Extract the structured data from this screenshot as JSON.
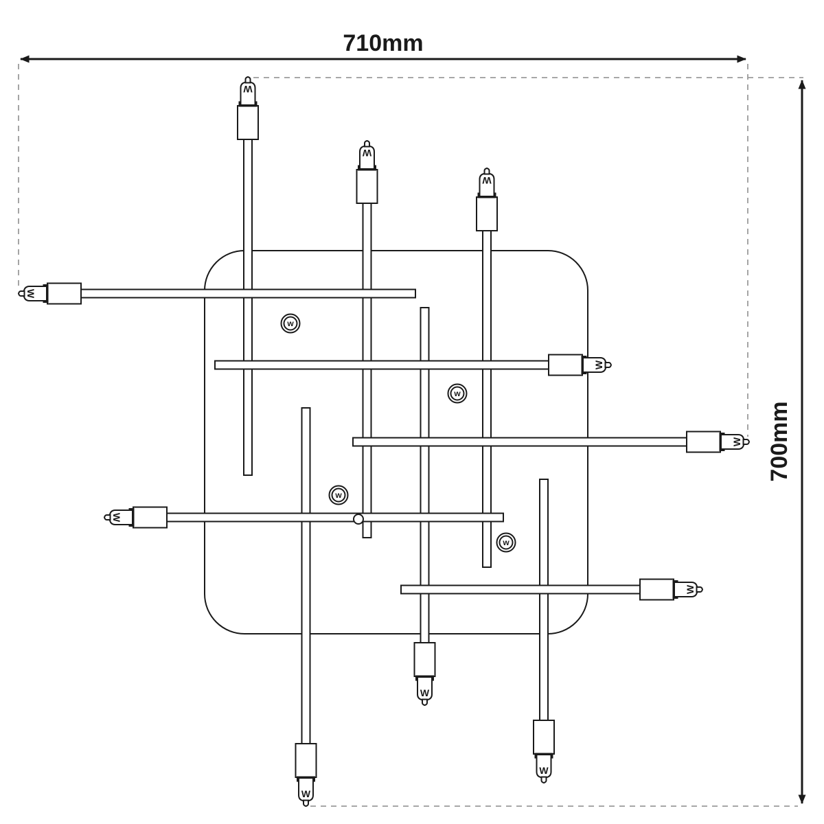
{
  "diagram": {
    "width_label": "710mm",
    "height_label": "700mm",
    "bulb_marking": "W",
    "plate_marker_letter": "w",
    "colors": {
      "line": "#1a1a1a",
      "guide_dashed": "#9b9b9b",
      "background": "#ffffff"
    }
  }
}
